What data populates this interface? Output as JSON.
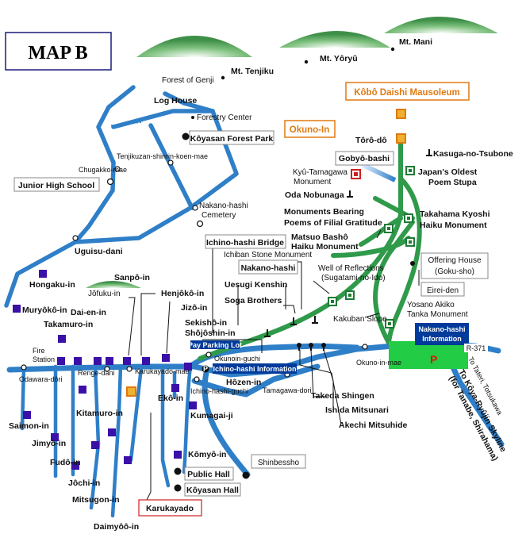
{
  "title": "MAP B",
  "mountains": {
    "tenjiku": "Mt. Tenjiku",
    "yoryu": "Mt. Yôryû",
    "mani": "Mt. Mani"
  },
  "boxed": {
    "kobo_daishi": "Kôbô Daishi Mausoleum",
    "okuno_in": "Okuno-In",
    "gobyo_bashi": "Gobyô-bashi",
    "koyasan_forest_park": "Kôyasan Forest Park",
    "junior_high_school": "Junior High School",
    "ichino_hashi_bridge": "Ichino-hashi Bridge",
    "nakano_hashi": "Nakano-hashi",
    "offering_house": "Offering House",
    "offering_house_sub": "(Goku-sho)",
    "eirei_den": "Eirei-den",
    "shinbessho": "Shinbessho",
    "karukayado": "Karukayado",
    "public_hall": "Public Hall",
    "koyasan_hall": "Kôyasan Hall"
  },
  "blue_badges": {
    "nakano_hashi_info_1": "Nakano-hashi",
    "nakano_hashi_info_2": "Information",
    "ichino_hashi_info": "Ichino-hashi Information",
    "pay_parking": "Pay Parking Lot",
    "route": "R-371"
  },
  "parking_symbol": "P",
  "okuno_in_labels": {
    "torodo": "Tôrô-dô",
    "kasuga": "Kasuga-no-Tsubone",
    "kyu_tamagawa_1": "Kyû-Tamagawa",
    "kyu_tamagawa_2": "Monument",
    "japans_oldest_1": "Japan's Oldest",
    "japans_oldest_2": "Poem Stupa",
    "oda": "Oda Nobunaga",
    "monuments_1": "Monuments Bearing",
    "monuments_2": "Poems of Filial Gratitude",
    "takahama_1": "Takahama Kyoshi",
    "takahama_2": "Haiku Monument",
    "matsuo_1": "Matsuo Bashô",
    "matsuo_2": "Haiku Monument",
    "ichiban_stone": "Ichiban Stone Monument",
    "well_1": "Well of Reflections",
    "well_2": "(Sugatami-no-Ido)",
    "uesugi": "Uesugi Kenshin",
    "soga": "Soga Brothers",
    "yosano_1": "Yosano Akiko",
    "yosano_2": "Tanka Monument",
    "kakuban": "Kakuban Slope",
    "okunoin_mae": "Okuno-in-mae",
    "takeda": "Takeda Shingen",
    "ishida": "Ishida Mitsunari",
    "akechi": "Akechi Mitsuhide",
    "tamagawa_dori": "Tamagawa-dori",
    "okunoin_guchi": "Okunoin-guchi"
  },
  "north_labels": {
    "forest_genji": "Forest of Genji",
    "log_house": "Log House",
    "forestry_center": "Forestry Center",
    "tenjikuzan": "Tenjikuzan-shinrin-koen-mae",
    "chugakko": "Chugakko-mae",
    "nakano_cem_1": "Nakano-hashi",
    "nakano_cem_2": "Cemetery",
    "uguisu": "Uguisu-dani"
  },
  "temples": {
    "hongaku": "Hongaku-in",
    "muryoko": "Muryôkô-in",
    "sanpo": "Sanpô-in",
    "jofuku": "Jôfuku-in",
    "henjoko": "Henjôkô-in",
    "dai_en": "Dai-en-in",
    "jizo": "Jizô-in",
    "takamuro": "Takamuro-in",
    "sekisho": "Sekishô-in",
    "shojoshin": "Shôjôshin-in",
    "hozen": "Hôzen-in",
    "eko": "Ekô-in",
    "kumagai": "Kumagai-ji",
    "kitamuro": "Kitamuro-in",
    "saimon": "Saimon-in",
    "jimyo": "Jimyô-in",
    "fudo": "Fudô-in",
    "jochi": "Jôchi-in",
    "mitsugon": "Mitsugon-in",
    "daimyoo": "Daimyôô-in",
    "komyo": "Kômyô-in"
  },
  "west_labels": {
    "fire_1": "Fire",
    "fire_2": "Station",
    "odawara": "Odawara-dôri",
    "renge": "Renge-dani",
    "karukayado_mae": "Karukayado-mae",
    "ichino_hashi_guchi": "Ichino-hashi-guchi"
  },
  "south_labels": {
    "to_tateri": "To Tateri, Totsukawa",
    "to_koya_1": "To Kôya-Ryûjin Skyline",
    "to_koya_2": "(for Tanabe, Shirahama)"
  },
  "colors": {
    "road": "#2f7fc8",
    "path": "#2f9a4a",
    "temple": "#3a10a8",
    "parking": "#22cc44",
    "badge": "#003a9a",
    "mountain": "#5fa863",
    "box_orange": "#f0b030"
  }
}
